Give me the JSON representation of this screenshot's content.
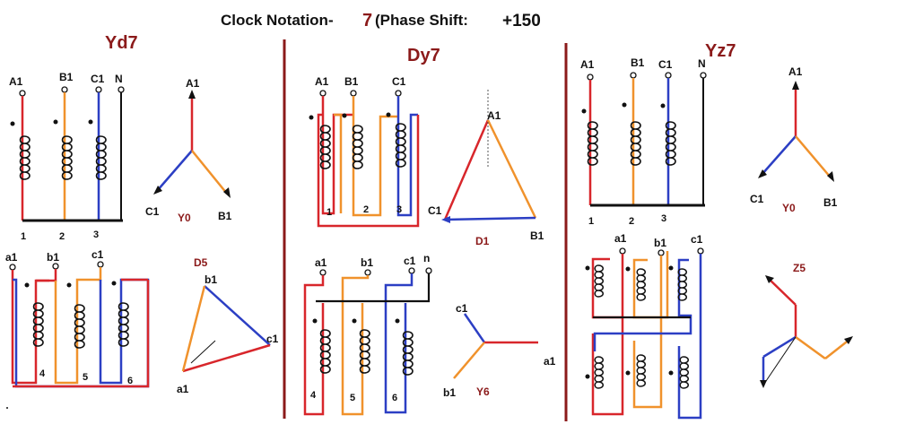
{
  "title": {
    "prefix": "Clock Notation-",
    "number": "7",
    "suffix": "(Phase Shift:",
    "shift": "+150"
  },
  "colors": {
    "red": "#d8262b",
    "orange": "#f0922c",
    "blue": "#2c3fc4",
    "black": "#111111",
    "label_dark_red": "#8b1a1a"
  },
  "yd7": {
    "name": "Yd7",
    "primary": {
      "a": "A1",
      "b": "B1",
      "c": "C1",
      "n": "N",
      "w1": "1",
      "w2": "2",
      "w3": "3"
    },
    "primary_vector": {
      "top": "A1",
      "left": "C1",
      "right": "B1",
      "name": "Y0"
    },
    "secondary": {
      "a": "a1",
      "b": "b1",
      "c": "c1",
      "w4": "4",
      "w5": "5",
      "w6": "6"
    },
    "secondary_vector": {
      "name": "D5",
      "top": "b1",
      "right": "c1",
      "bottom": "a1"
    }
  },
  "dy7": {
    "name": "Dy7",
    "primary": {
      "a": "A1",
      "b": "B1",
      "c": "C1",
      "w1": "1",
      "w2": "2",
      "w3": "3"
    },
    "primary_vector": {
      "top": "A1",
      "left": "C1",
      "right": "B1",
      "name": "D1"
    },
    "secondary": {
      "a": "a1",
      "b": "b1",
      "c": "c1",
      "n": "n",
      "w4": "4",
      "w5": "5",
      "w6": "6"
    },
    "secondary_vector": {
      "top": "c1",
      "right": "a1",
      "bottom": "b1",
      "name": "Y6"
    }
  },
  "yz7": {
    "name": "Yz7",
    "primary": {
      "a": "A1",
      "b": "B1",
      "c": "C1",
      "n": "N",
      "w1": "1",
      "w2": "2",
      "w3": "3"
    },
    "primary_vector": {
      "top": "A1",
      "left": "C1",
      "right": "B1",
      "name": "Y0"
    },
    "secondary": {
      "a": "a1",
      "b": "b1",
      "c": "c1"
    },
    "secondary_vector": {
      "name": "Z5"
    }
  }
}
